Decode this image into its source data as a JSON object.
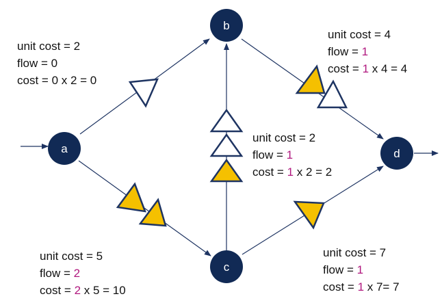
{
  "colors": {
    "node": "#112a55",
    "edge": "#1e3462",
    "used": "#f5c000",
    "flow_value": "#b0177e"
  },
  "nodes": {
    "a": {
      "label": "a"
    },
    "b": {
      "label": "b"
    },
    "c": {
      "label": "c"
    },
    "d": {
      "label": "d"
    }
  },
  "edges": {
    "ab": {
      "unit_cost_text": "unit cost = 2",
      "flow_prefix": "flow = ",
      "flow": "0",
      "cost_prefix": "cost = ",
      "cost_rest": " x 2 = 0"
    },
    "bd": {
      "unit_cost_text": "unit cost = 4",
      "flow_prefix": "flow = ",
      "flow": "1",
      "cost_prefix": "cost = ",
      "cost_rest": " x 4 = 4"
    },
    "cb": {
      "unit_cost_text": "unit cost = 2",
      "flow_prefix": "flow = ",
      "flow": "1",
      "cost_prefix": "cost = ",
      "cost_rest": " x 2 = 2"
    },
    "ac": {
      "unit_cost_text": "unit cost = 5",
      "flow_prefix": "flow = ",
      "flow": "2",
      "cost_prefix": "cost = ",
      "cost_rest": " x 5 = 10"
    },
    "cd": {
      "unit_cost_text": "unit cost = 7",
      "flow_prefix": "flow = ",
      "flow": "1",
      "cost_prefix": "cost = ",
      "cost_rest": " x 7= 7"
    }
  }
}
